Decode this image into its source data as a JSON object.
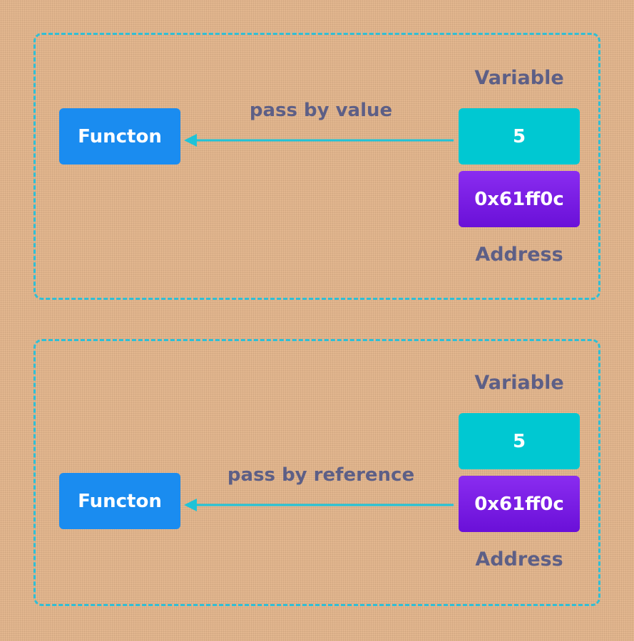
{
  "panels": [
    {
      "function_label": "Functon",
      "pass_label": "pass by value",
      "variable_caption": "Variable",
      "variable_value": "5",
      "address_value": "0x61ff0c",
      "address_caption": "Address"
    },
    {
      "function_label": "Functon",
      "pass_label": "pass by reference",
      "variable_caption": "Variable",
      "variable_value": "5",
      "address_value": "0x61ff0c",
      "address_caption": "Address"
    }
  ],
  "colors": {
    "background": "#e3b78f",
    "dashed_border": "#2fbfd6",
    "function_box": "#1a8cf0",
    "variable_box": "#00c8d2",
    "address_box": "#7a1ee6",
    "arrow": "#1fc3d8",
    "label_text": "#5d5f86"
  },
  "icons": {
    "arrow": "arrow-left-icon"
  }
}
